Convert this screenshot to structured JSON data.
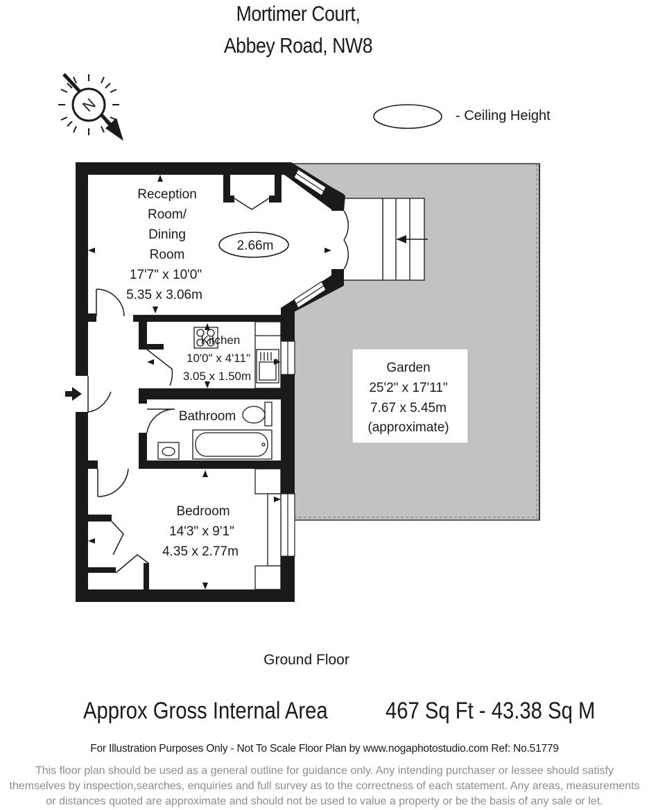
{
  "header": {
    "line1": "Mortimer Court,",
    "line2": "Abbey Road, NW8"
  },
  "compass": {
    "letter": "N"
  },
  "legend": {
    "label": "- Ceiling Height"
  },
  "ceiling_height": "2.66m",
  "rooms": {
    "reception": {
      "l1": "Reception",
      "l2": "Room/",
      "l3": "Dining",
      "l4": "Room",
      "imperial": "17'7\" x 10'0\"",
      "metric": "5.35 x 3.06m"
    },
    "kitchen": {
      "name": "Kitchen",
      "imperial": "10'0\" x 4'11\"",
      "metric": "3.05 x 1.50m"
    },
    "bathroom": {
      "name": "Bathroom"
    },
    "bedroom": {
      "name": "Bedroom",
      "imperial": "14'3\" x 9'1\"",
      "metric": "4.35 x 2.77m"
    },
    "garden": {
      "name": "Garden",
      "imperial": "25'2\" x 17'11\"",
      "metric": "7.67 x 5.45m",
      "note": "(approximate)"
    }
  },
  "floor_label": "Ground Floor",
  "area": {
    "label": "Approx Gross Internal Area",
    "value": "467 Sq Ft  -  43.38 Sq M"
  },
  "notice": "For Illustration Purposes Only - Not To Scale   Floor Plan by www.nogaphotostudio.com   Ref: No.51779",
  "disclaimer": [
    "This floor plan should be used as a general outline for guidance only. Any intending purchaser or lessee should satisfy",
    "themselves by inspection,searches, enquiries and full survey as to the correctness of each statement. Any areas, measurements",
    "or distances quoted are approximate and should not be used to value a property or be the basis of any sale or let."
  ]
}
